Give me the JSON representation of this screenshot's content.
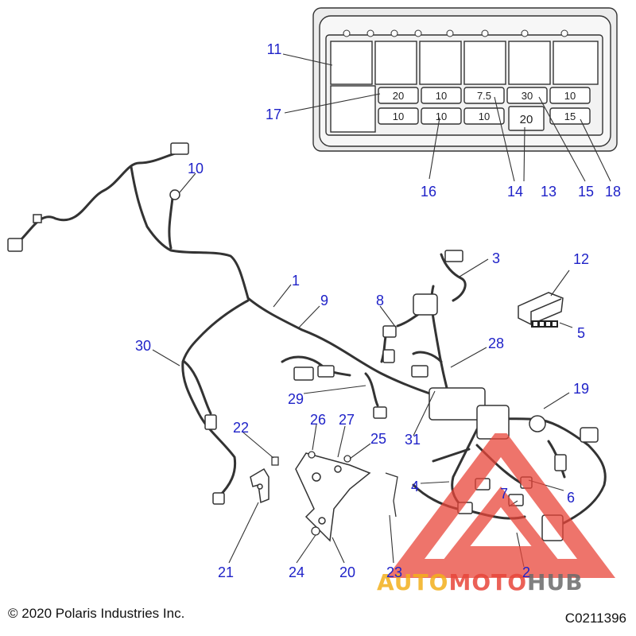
{
  "colors": {
    "callout": "#1f22c8",
    "line": "#333333",
    "fuse_fill": "#f3f3f3",
    "panel_fill": "#e9e9e9",
    "watermark_red": "#e8463a",
    "watermark_orange": "#f3b01c",
    "watermark_gray": "#6b6b6b"
  },
  "callouts": [
    {
      "id": "1",
      "text": "1"
    },
    {
      "id": "2",
      "text": "2"
    },
    {
      "id": "3",
      "text": "3"
    },
    {
      "id": "4",
      "text": "4"
    },
    {
      "id": "5",
      "text": "5"
    },
    {
      "id": "6",
      "text": "6"
    },
    {
      "id": "7",
      "text": "7"
    },
    {
      "id": "8",
      "text": "8"
    },
    {
      "id": "9",
      "text": "9"
    },
    {
      "id": "10",
      "text": "10"
    },
    {
      "id": "11",
      "text": "11"
    },
    {
      "id": "12",
      "text": "12"
    },
    {
      "id": "13",
      "text": "13"
    },
    {
      "id": "14",
      "text": "14"
    },
    {
      "id": "15",
      "text": "15"
    },
    {
      "id": "16",
      "text": "16"
    },
    {
      "id": "17",
      "text": "17"
    },
    {
      "id": "18",
      "text": "18"
    },
    {
      "id": "19",
      "text": "19"
    },
    {
      "id": "20",
      "text": "20"
    },
    {
      "id": "21",
      "text": "21"
    },
    {
      "id": "22",
      "text": "22"
    },
    {
      "id": "23",
      "text": "23"
    },
    {
      "id": "24",
      "text": "24"
    },
    {
      "id": "25",
      "text": "25"
    },
    {
      "id": "26",
      "text": "26"
    },
    {
      "id": "27",
      "text": "27"
    },
    {
      "id": "28",
      "text": "28"
    },
    {
      "id": "29",
      "text": "29"
    },
    {
      "id": "30",
      "text": "30"
    },
    {
      "id": "31",
      "text": "31"
    }
  ],
  "fuse_ratings": {
    "top_row": [
      "20",
      "10",
      "7.5",
      "30",
      "10"
    ],
    "bottom_row": [
      "10",
      "10",
      "10",
      "20",
      "15"
    ]
  },
  "copyright": "© 2020 Polaris Industries Inc.",
  "figure_code": "C0211396",
  "watermark": {
    "part1": "AUTO",
    "part2": "MOTO",
    "part3": "HUB"
  }
}
